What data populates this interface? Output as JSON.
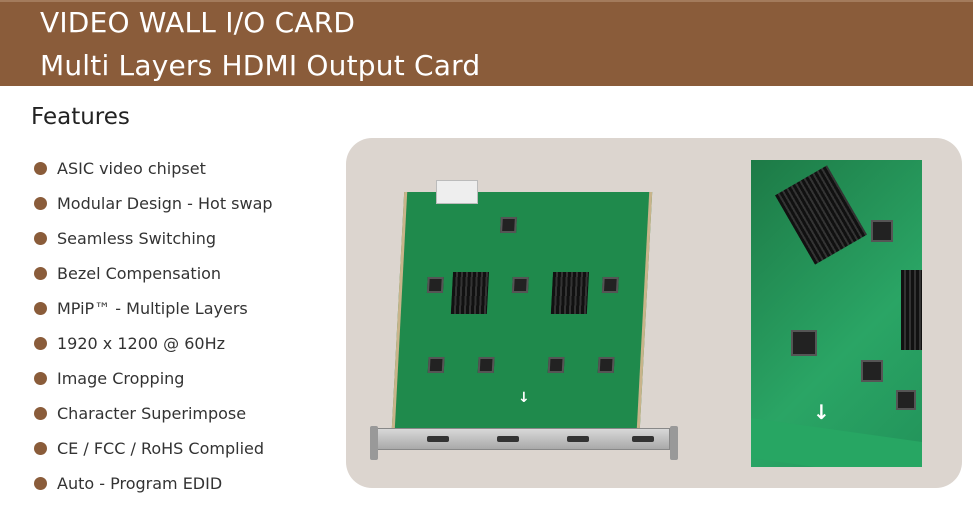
{
  "header": {
    "title_line1": "VIDEO WALL I/O CARD",
    "title_line2": "Multi Layers HDMI Output Card"
  },
  "features": {
    "heading": "Features",
    "items": [
      "ASIC video chipset",
      "Modular Design - Hot swap",
      "Seamless Switching",
      "Bezel Compensation",
      "MPiP™ - Multiple Layers",
      "1920 x 1200 @ 60Hz",
      "Image Cropping",
      "Character Superimpose",
      "CE / FCC / RoHS Complied",
      "Auto - Program EDID"
    ]
  },
  "colors": {
    "accent": "#8a5c3a",
    "panel": "#dcd5cf",
    "pcb": "#1f8a4c"
  }
}
